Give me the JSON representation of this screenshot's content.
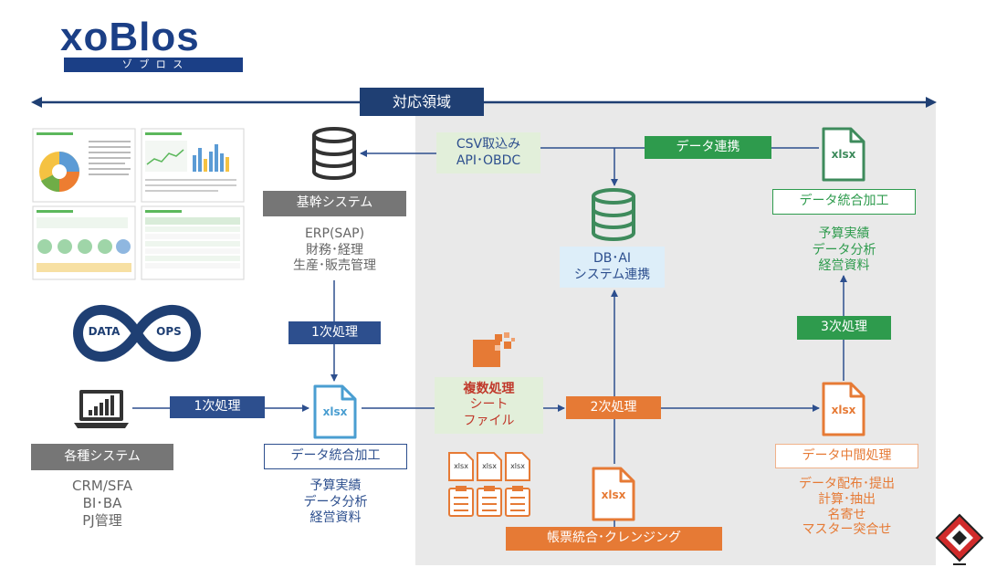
{
  "logo": {
    "wordmark": "xoBlos",
    "kana": "ゾ ブ ロ ス"
  },
  "scope": {
    "label": "対応領域"
  },
  "left": {
    "infinity_left": "DATA",
    "infinity_right": "OPS",
    "source_title": "各種システム",
    "source_items": "CRM/SFA\nBI･BA\nPJ管理",
    "arrow_label": "1次処理"
  },
  "core": {
    "title": "基幹システム",
    "items": "ERP(SAP)\n財務･経理\n生産･販売管理",
    "arrow_label": "1次処理",
    "xlsx_label": "xlsx",
    "file_title": "データ統合加工",
    "file_items": "予算実績\nデータ分析\n経営資料"
  },
  "center": {
    "csv_label": "CSV取込み\nAPI･OBDC",
    "db_label": "DB･AI\nシステム連携",
    "multi_title": "複数処理",
    "multi_items": "シート\nファイル",
    "second_label": "2次処理",
    "small_xlsx": [
      "xlsx",
      "xlsx",
      "xlsx"
    ],
    "big_xlsx": "xlsx",
    "cleansing_label": "帳票統合･クレンジング"
  },
  "right": {
    "link_label": "データ連携",
    "top_xlsx": "xlsx",
    "top_title": "データ統合加工",
    "top_items": "予算実績\nデータ分析\n経営資料",
    "third_label": "3次処理",
    "mid_xlsx": "xlsx",
    "mid_title": "データ中間処理",
    "mid_items": "データ配布･提出\n計算･抽出\n名寄せ\nマスター突合せ"
  },
  "colors": {
    "navy": "#1f3f73",
    "blue_label": "#2d4f8e",
    "green": "#2e9b4d",
    "orange": "#e67a35",
    "gray_header": "#767676",
    "db_green": "#3e8b5c"
  }
}
